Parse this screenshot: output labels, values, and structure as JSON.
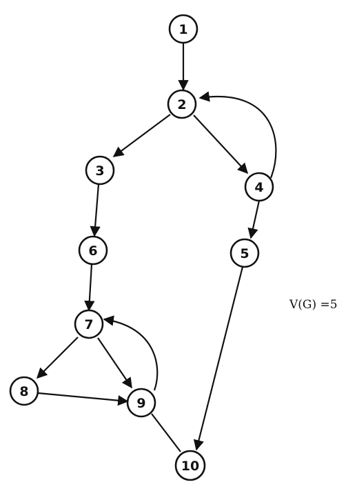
{
  "graph": {
    "nodes": [
      {
        "id": "1",
        "label": "1"
      },
      {
        "id": "2",
        "label": "2"
      },
      {
        "id": "3",
        "label": "3"
      },
      {
        "id": "4",
        "label": "4"
      },
      {
        "id": "5",
        "label": "5"
      },
      {
        "id": "6",
        "label": "6"
      },
      {
        "id": "7",
        "label": "7"
      },
      {
        "id": "8",
        "label": "8"
      },
      {
        "id": "9",
        "label": "9"
      },
      {
        "id": "10",
        "label": "10"
      }
    ],
    "edges": [
      {
        "from": "1",
        "to": "2"
      },
      {
        "from": "2",
        "to": "3"
      },
      {
        "from": "2",
        "to": "4"
      },
      {
        "from": "4",
        "to": "2"
      },
      {
        "from": "4",
        "to": "5"
      },
      {
        "from": "3",
        "to": "6"
      },
      {
        "from": "6",
        "to": "7"
      },
      {
        "from": "7",
        "to": "8"
      },
      {
        "from": "7",
        "to": "9"
      },
      {
        "from": "9",
        "to": "7"
      },
      {
        "from": "8",
        "to": "9"
      },
      {
        "from": "9",
        "to": "10"
      },
      {
        "from": "5",
        "to": "10"
      }
    ]
  },
  "complexity_label": "V(G) =5",
  "colors": {
    "stroke": "#111111",
    "background": "#ffffff"
  }
}
